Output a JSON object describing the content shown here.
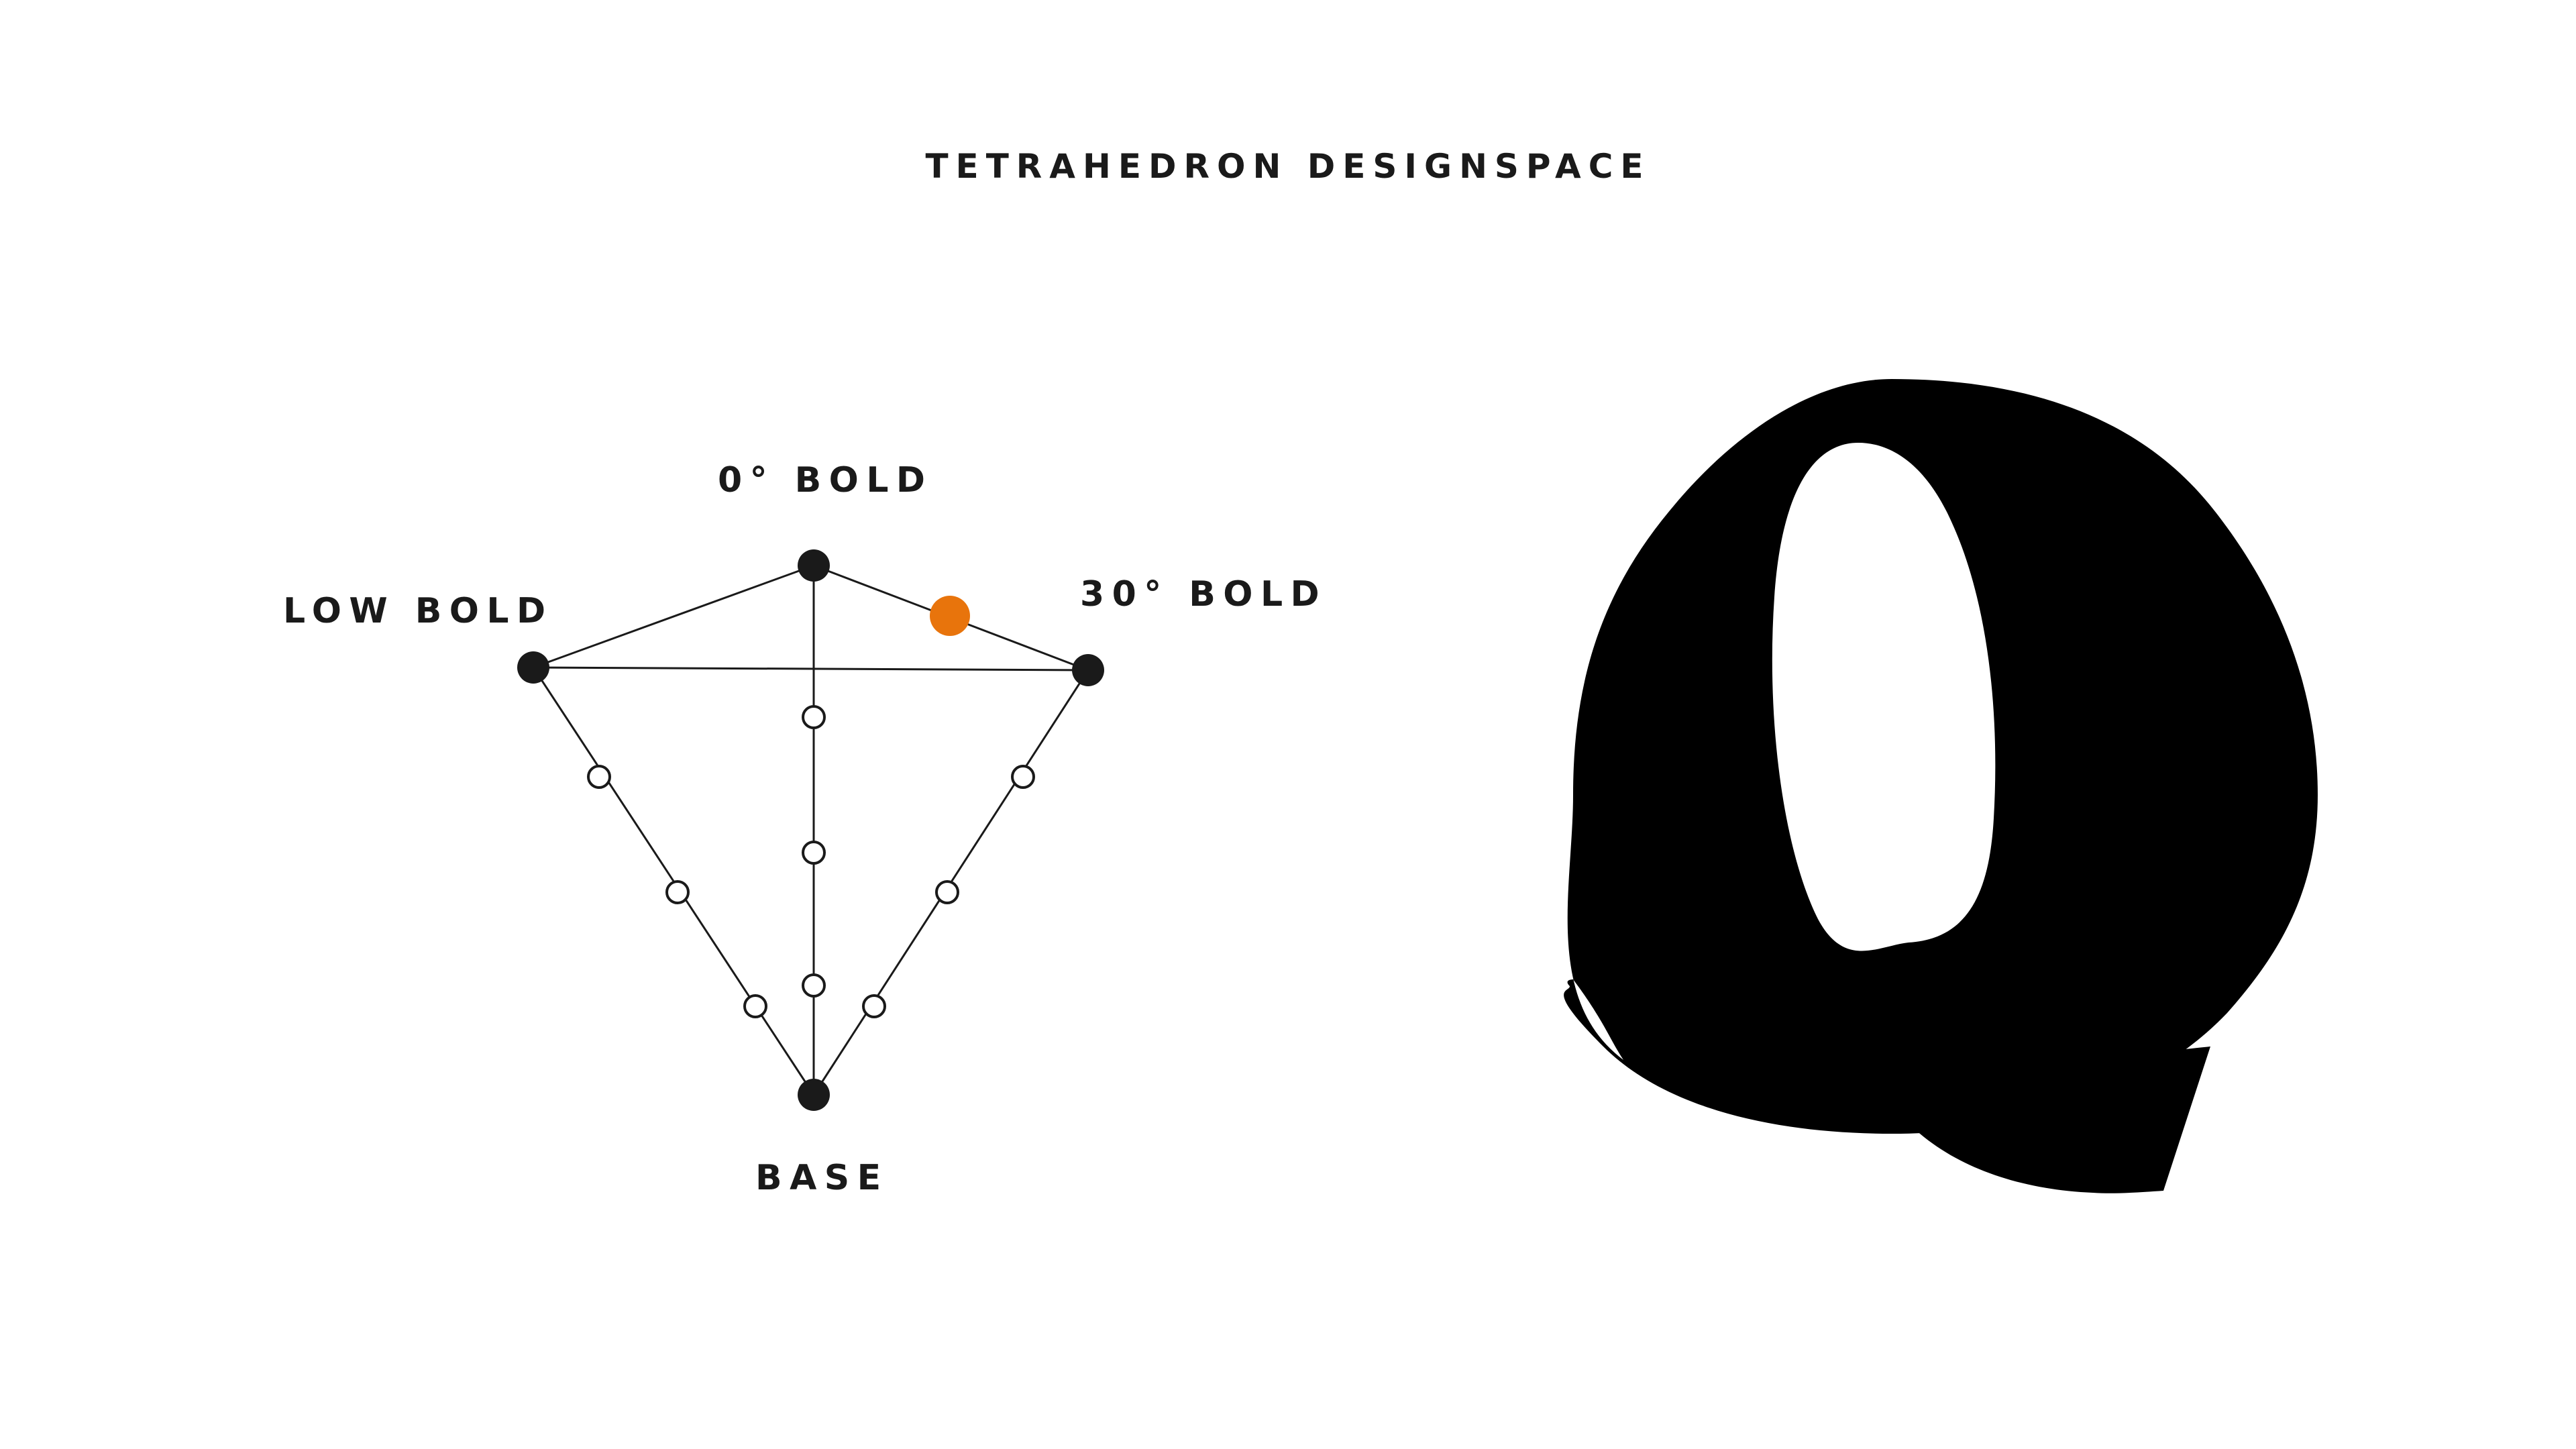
{
  "title": "TETRAHEDRON DESIGNSPACE",
  "vertices": {
    "top": "0° BOLD",
    "left": "LOW BOLD",
    "right": "30° BOLD",
    "base": "BASE"
  },
  "colors": {
    "ink": "#1a1a1a",
    "highlight": "#e8740c",
    "background": "#ffffff"
  },
  "specimen": {
    "glyph": "Q"
  }
}
